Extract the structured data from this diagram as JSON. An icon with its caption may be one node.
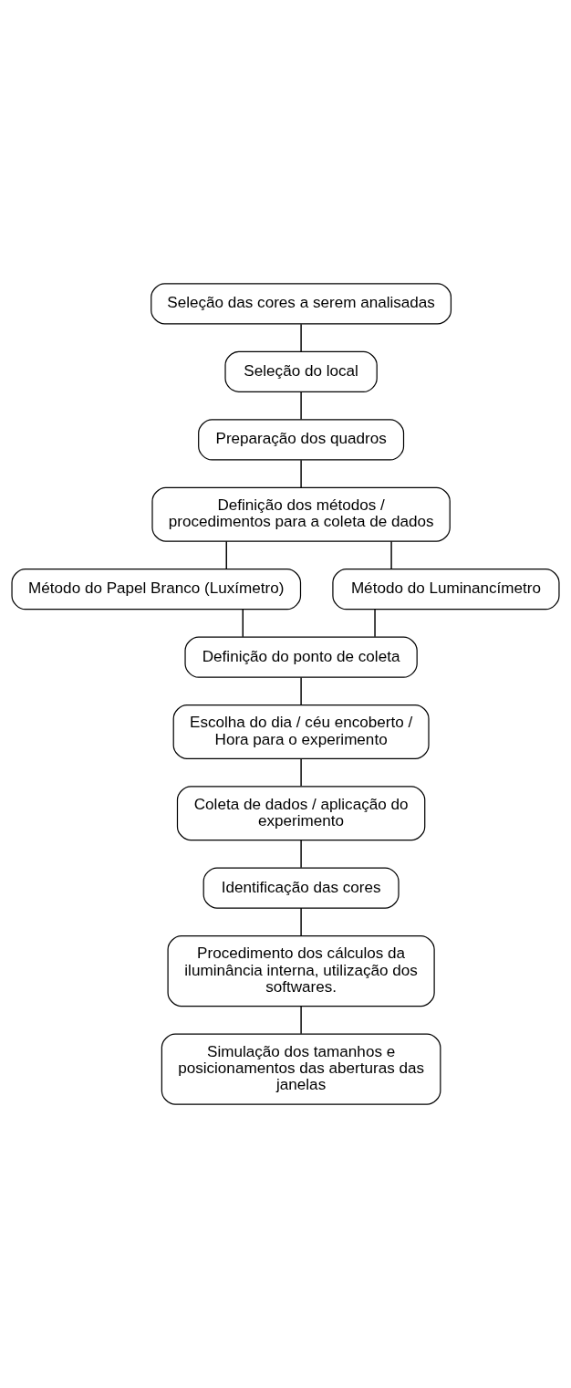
{
  "diagram": {
    "nodes": [
      {
        "text": [
          "Seleção das cores a serem analisadas"
        ]
      },
      {
        "text": [
          "Seleção do local"
        ]
      },
      {
        "text": [
          "Preparação dos quadros"
        ]
      },
      {
        "text": [
          "Definição dos métodos / procedimentos para a coleta de dados"
        ]
      },
      {
        "text": [
          "Método do Papel Branco (Luxímetro)"
        ]
      },
      {
        "text": [
          "Método do Luminancímetro"
        ]
      },
      {
        "text": [
          "Definição do ponto de coleta"
        ]
      },
      {
        "text": [
          "Escolha do dia / céu encoberto / Hora para o experimento"
        ]
      },
      {
        "text": [
          "Coleta de dados / aplicação do experimento"
        ]
      },
      {
        "text": [
          "Identificação das cores"
        ]
      },
      {
        "text": [
          "Procedimento dos cálculos da iluminância interna, utilização dos softwares."
        ]
      },
      {
        "text": [
          "Simulação dos tamanhos e posicionamentos das aberturas das janelas"
        ]
      }
    ],
    "edges": [
      {
        "from": 0,
        "to": 1,
        "arrow": "none"
      },
      {
        "from": 1,
        "to": 2,
        "arrow": "none"
      },
      {
        "from": 2,
        "to": 3,
        "arrow": "none"
      },
      {
        "from": 3,
        "to": 4,
        "arrow": "none"
      },
      {
        "from": 3,
        "to": 5,
        "arrow": "none"
      },
      {
        "from": 4,
        "to": 6,
        "arrow": "none"
      },
      {
        "from": 5,
        "to": 6,
        "arrow": "none"
      },
      {
        "from": 6,
        "to": 7,
        "arrow": "none"
      },
      {
        "from": 7,
        "to": 8,
        "arrow": "none"
      },
      {
        "from": 8,
        "to": 9,
        "arrow": "none"
      },
      {
        "from": 9,
        "to": 10,
        "arrow": "none"
      },
      {
        "from": 10,
        "to": 11,
        "arrow": "none"
      }
    ]
  }
}
